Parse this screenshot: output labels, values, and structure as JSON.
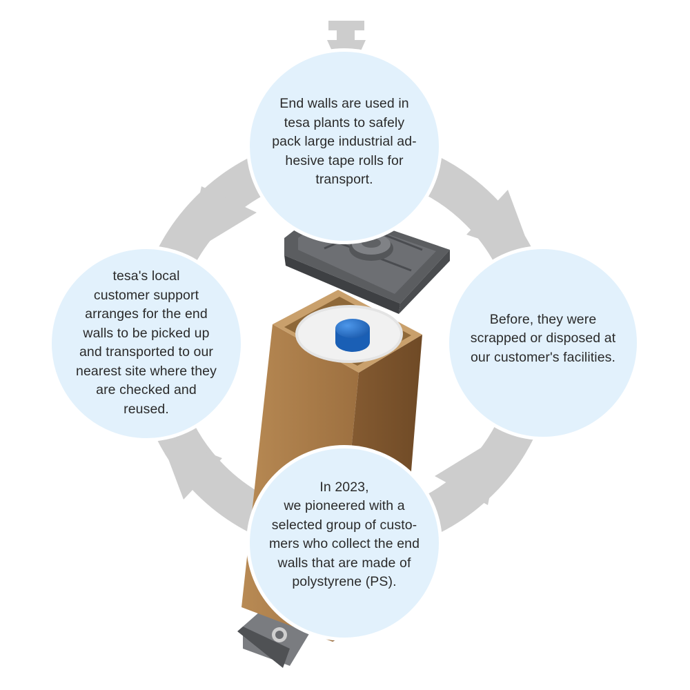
{
  "colors": {
    "bubble_fill": "#e2f1fc",
    "arrow_gray": "#cdcdcd",
    "text": "#2a2a2a",
    "box_brown": "#a97a45",
    "tray_gray": "#5b5d60",
    "core_blue": "#1f6fc9"
  },
  "steps": {
    "top": {
      "lines": [
        "End walls are used in",
        "tesa plants to safely",
        "pack large industrial ad-",
        "hesive tape rolls for",
        "transport."
      ]
    },
    "right": {
      "lines": [
        "Before, they were",
        "scrapped or disposed at",
        "our customer's facilities."
      ]
    },
    "bottom": {
      "lines": [
        "In 2023,",
        "we pioneered with a",
        "selected group of custo-",
        "mers who collect the end",
        "walls that are made of",
        "polystyrene (PS)."
      ]
    },
    "left": {
      "lines": [
        "tesa's local",
        "customer support",
        "arranges for the end",
        "walls to be picked up",
        "and transported to our",
        "nearest site where they",
        "are checked and",
        "reused."
      ]
    }
  },
  "icons": {
    "entry_arrow": "down-arrow-icon",
    "cycle_arrows": "curved-arrow-icon"
  }
}
